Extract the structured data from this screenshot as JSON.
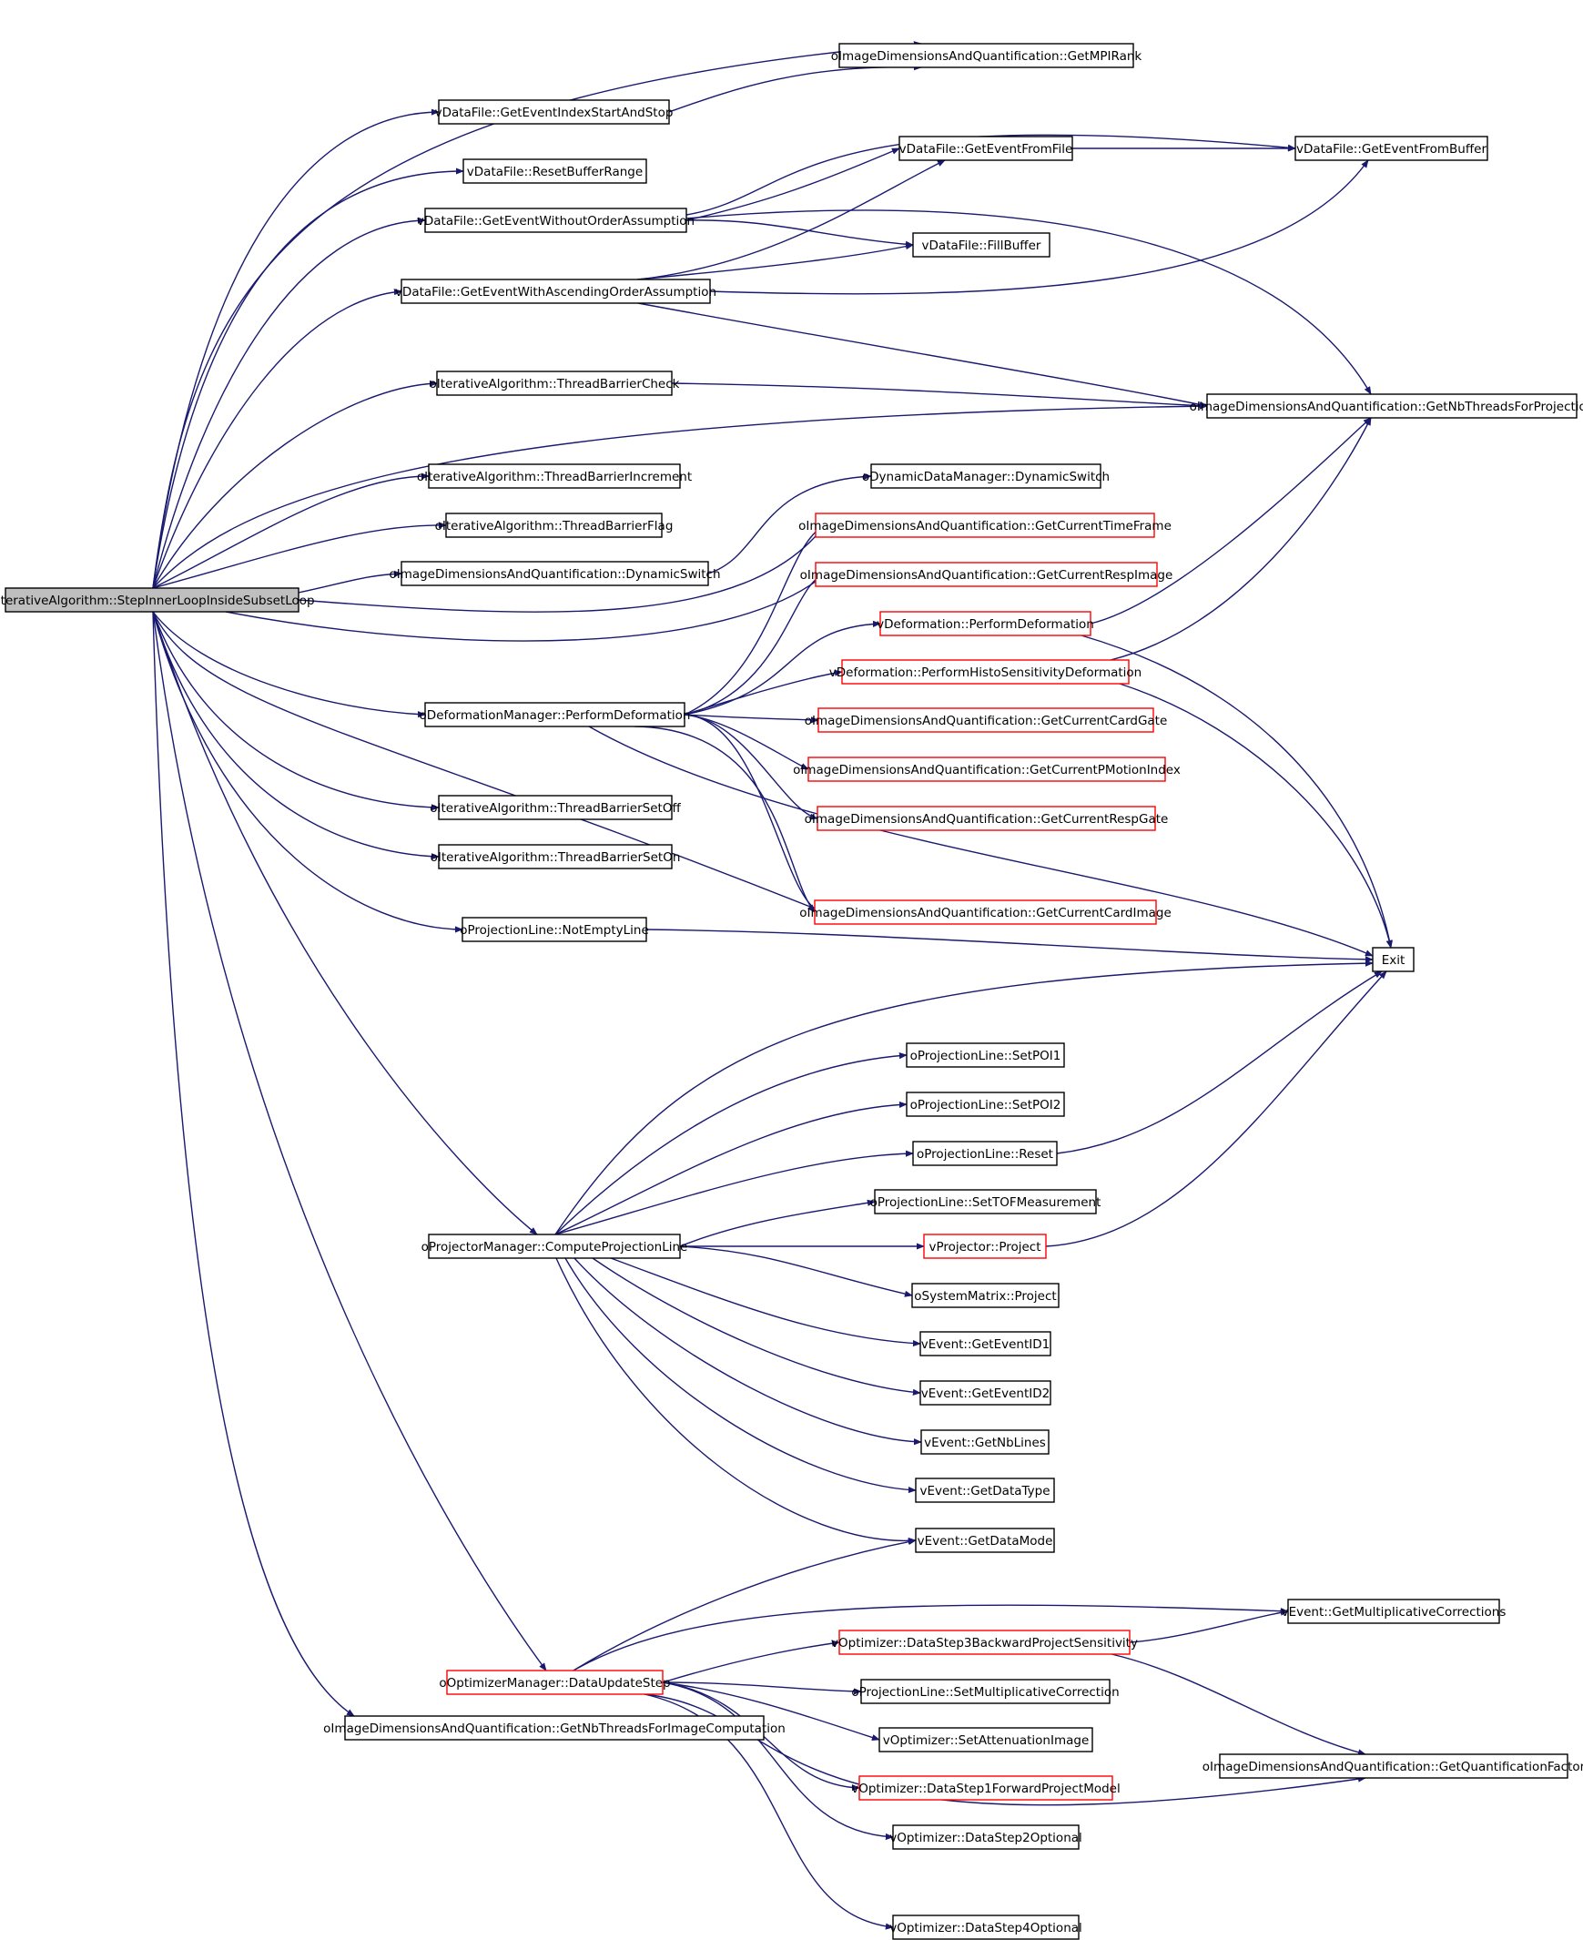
{
  "graph": {
    "root": "oIterativeAlgorithm::StepInnerLoopInsideSubsetLoop",
    "colors": {
      "edge": "#191970",
      "node_border": "#000000",
      "red_border": "#ff0000",
      "root_fill": "#bfbfbf"
    },
    "nodes": [
      {
        "id": "root",
        "label": "oIterativeAlgorithm::StepInnerLoopInsideSubsetLoop",
        "style": "root"
      },
      {
        "id": "mpirank",
        "label": "oImageDimensionsAndQuantification::GetMPIRank",
        "style": "normal"
      },
      {
        "id": "evstartstop",
        "label": "vDataFile::GetEventIndexStartAndStop",
        "style": "normal"
      },
      {
        "id": "resetbuf",
        "label": "vDataFile::ResetBufferRange",
        "style": "normal"
      },
      {
        "id": "evfromfile",
        "label": "vDataFile::GetEventFromFile",
        "style": "normal"
      },
      {
        "id": "evfrombuf",
        "label": "vDataFile::GetEventFromBuffer",
        "style": "normal"
      },
      {
        "id": "evwithout",
        "label": "vDataFile::GetEventWithoutOrderAssumption",
        "style": "normal"
      },
      {
        "id": "fillbuf",
        "label": "vDataFile::FillBuffer",
        "style": "normal"
      },
      {
        "id": "evasc",
        "label": "vDataFile::GetEventWithAscendingOrderAssumption",
        "style": "normal"
      },
      {
        "id": "tbcheck",
        "label": "oIterativeAlgorithm::ThreadBarrierCheck",
        "style": "normal"
      },
      {
        "id": "nbthreadsproj",
        "label": "oImageDimensionsAndQuantification::GetNbThreadsForProjection",
        "style": "normal"
      },
      {
        "id": "tbinc",
        "label": "oIterativeAlgorithm::ThreadBarrierIncrement",
        "style": "normal"
      },
      {
        "id": "ddmswitch",
        "label": "oDynamicDataManager::DynamicSwitch",
        "style": "normal"
      },
      {
        "id": "tbflag",
        "label": "oIterativeAlgorithm::ThreadBarrierFlag",
        "style": "normal"
      },
      {
        "id": "curtimeframe",
        "label": "oImageDimensionsAndQuantification::GetCurrentTimeFrame",
        "style": "red"
      },
      {
        "id": "idqswitch",
        "label": "oImageDimensionsAndQuantification::DynamicSwitch",
        "style": "normal"
      },
      {
        "id": "currespimage",
        "label": "oImageDimensionsAndQuantification::GetCurrentRespImage",
        "style": "red"
      },
      {
        "id": "vdefperform",
        "label": "vDeformation::PerformDeformation",
        "style": "red"
      },
      {
        "id": "vdefhisto",
        "label": "vDeformation::PerformHistoSensitivityDeformation",
        "style": "red"
      },
      {
        "id": "odefperform",
        "label": "oDeformationManager::PerformDeformation",
        "style": "normal"
      },
      {
        "id": "curcardgate",
        "label": "oImageDimensionsAndQuantification::GetCurrentCardGate",
        "style": "red"
      },
      {
        "id": "curpmotion",
        "label": "oImageDimensionsAndQuantification::GetCurrentPMotionIndex",
        "style": "red"
      },
      {
        "id": "curresp gate",
        "label": "oImageDimensionsAndQuantification::GetCurrentRespGate",
        "style": "red"
      },
      {
        "id": "tbsetoff",
        "label": "oIterativeAlgorithm::ThreadBarrierSetOff",
        "style": "normal"
      },
      {
        "id": "tbseton",
        "label": "oIterativeAlgorithm::ThreadBarrierSetOn",
        "style": "normal"
      },
      {
        "id": "curcardimage",
        "label": "oImageDimensionsAndQuantification::GetCurrentCardImage",
        "style": "red"
      },
      {
        "id": "notempty",
        "label": "oProjectionLine::NotEmptyLine",
        "style": "normal"
      },
      {
        "id": "exit",
        "label": "Exit",
        "style": "normal"
      },
      {
        "id": "setpoi1",
        "label": "oProjectionLine::SetPOI1",
        "style": "normal"
      },
      {
        "id": "setpoi2",
        "label": "oProjectionLine::SetPOI2",
        "style": "normal"
      },
      {
        "id": "plreset",
        "label": "oProjectionLine::Reset",
        "style": "normal"
      },
      {
        "id": "settof",
        "label": "oProjectionLine::SetTOFMeasurement",
        "style": "normal"
      },
      {
        "id": "computepl",
        "label": "oProjectorManager::ComputeProjectionLine",
        "style": "normal"
      },
      {
        "id": "vproject",
        "label": "vProjector::Project",
        "style": "red"
      },
      {
        "id": "sysproject",
        "label": "oSystemMatrix::Project",
        "style": "normal"
      },
      {
        "id": "evid1",
        "label": "vEvent::GetEventID1",
        "style": "normal"
      },
      {
        "id": "evid2",
        "label": "vEvent::GetEventID2",
        "style": "normal"
      },
      {
        "id": "nblines",
        "label": "vEvent::GetNbLines",
        "style": "normal"
      },
      {
        "id": "datatype",
        "label": "vEvent::GetDataType",
        "style": "normal"
      },
      {
        "id": "datamode",
        "label": "vEvent::GetDataMode",
        "style": "normal"
      },
      {
        "id": "multcorr",
        "label": "vEvent::GetMultiplicativeCorrections",
        "style": "normal"
      },
      {
        "id": "ds3",
        "label": "vOptimizer::DataStep3BackwardProjectSensitivity",
        "style": "red"
      },
      {
        "id": "dataupdate",
        "label": "oOptimizerManager::DataUpdateStep",
        "style": "red"
      },
      {
        "id": "setmult",
        "label": "oProjectionLine::SetMultiplicativeCorrection",
        "style": "normal"
      },
      {
        "id": "setatten",
        "label": "vOptimizer::SetAttenuationImage",
        "style": "normal"
      },
      {
        "id": "nbthreadsimg",
        "label": "oImageDimensionsAndQuantification::GetNbThreadsForImageComputation",
        "style": "normal"
      },
      {
        "id": "quantfactor",
        "label": "oImageDimensionsAndQuantification::GetQuantificationFactor",
        "style": "normal"
      },
      {
        "id": "ds1",
        "label": "vOptimizer::DataStep1ForwardProjectModel",
        "style": "red"
      },
      {
        "id": "ds2",
        "label": "vOptimizer::DataStep2Optional",
        "style": "normal"
      },
      {
        "id": "ds4",
        "label": "vOptimizer::DataStep4Optional",
        "style": "normal"
      }
    ]
  }
}
